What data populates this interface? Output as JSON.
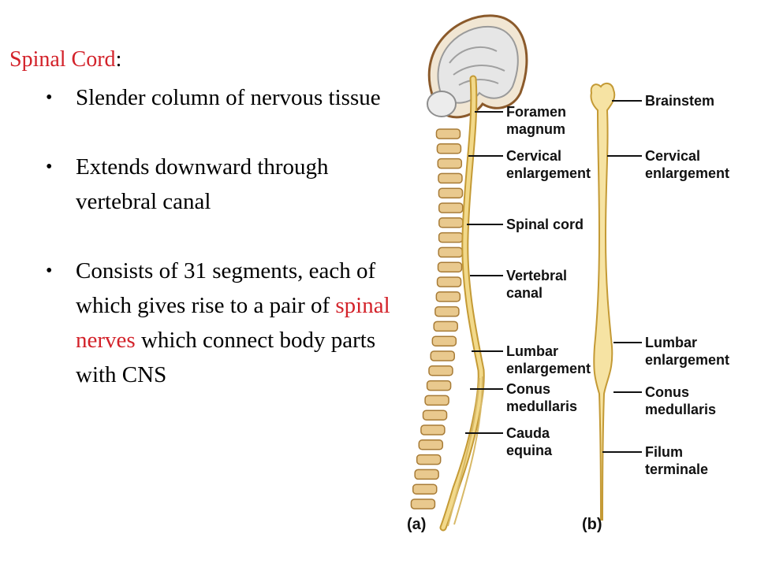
{
  "slide": {
    "heading": {
      "title": "Spinal Cord",
      "suffix": ":"
    },
    "bullets": [
      {
        "parts": [
          {
            "text": "Slender column of nervous tissue",
            "highlight": false
          }
        ]
      },
      {
        "parts": [
          {
            "text": "Extends downward through vertebral canal",
            "highlight": false
          }
        ]
      },
      {
        "parts": [
          {
            "text": "Consists of 31 segments, each of which gives rise to a pair of ",
            "highlight": false
          },
          {
            "text": "spinal nerves",
            "highlight": true
          },
          {
            "text": " which connect body parts with CNS",
            "highlight": false
          }
        ]
      }
    ],
    "colors": {
      "highlight": "#d3222a",
      "text": "#000000"
    }
  },
  "figure": {
    "panel_a": {
      "tag": "(a)",
      "labels": [
        [
          "Foramen",
          "magnum"
        ],
        [
          "Cervical",
          "enlargement"
        ],
        [
          "Spinal cord"
        ],
        [
          "Vertebral",
          "canal"
        ],
        [
          "Lumbar",
          "enlargement"
        ],
        [
          "Conus",
          "medullaris"
        ],
        [
          "Cauda",
          "equina"
        ]
      ]
    },
    "panel_b": {
      "tag": "(b)",
      "labels": [
        [
          "Brainstem"
        ],
        [
          "Cervical",
          "enlargement"
        ],
        [
          "Lumbar",
          "enlargement"
        ],
        [
          "Conus",
          "medullaris"
        ],
        [
          "Filum",
          "terminale"
        ]
      ]
    },
    "colors": {
      "cord": "#f2d98a",
      "cord_outline": "#c49a35",
      "bone": "#e9c98e",
      "bone_outline": "#a77b36",
      "brain": "#e6e6e6",
      "brain_outline": "#8b5a2b"
    }
  }
}
